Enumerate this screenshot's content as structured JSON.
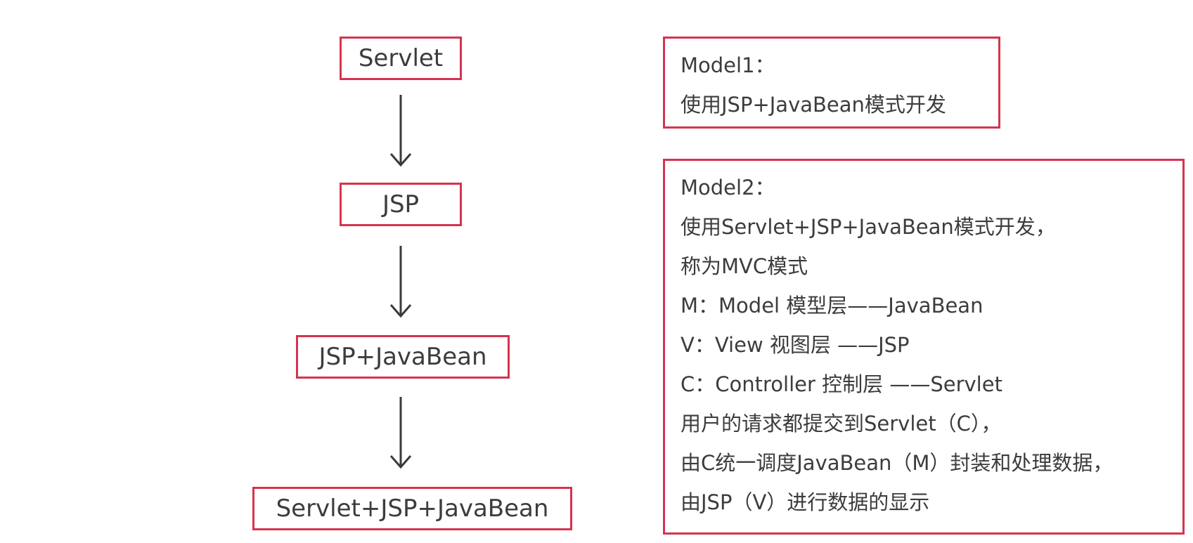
{
  "flow": {
    "steps": [
      "Servlet",
      "JSP",
      "JSP+JavaBean",
      "Servlet+JSP+JavaBean"
    ]
  },
  "model1": {
    "title": "Model1：",
    "lines": [
      "使用JSP+JavaBean模式开发"
    ]
  },
  "model2": {
    "title": "Model2：",
    "lines": [
      "使用Servlet+JSP+JavaBean模式开发，",
      "称为MVC模式",
      "M：Model 模型层——JavaBean",
      "V：View 视图层 ——JSP",
      "C：Controller 控制层 ——Servlet",
      "用户的请求都提交到Servlet（C），",
      "由C统一调度JavaBean（M）封装和处理数据，",
      "由JSP（V）进行数据的显示"
    ]
  },
  "colors": {
    "box_border": "#d4344f",
    "text": "#3c3c3c",
    "arrow": "#3a3a3a"
  }
}
